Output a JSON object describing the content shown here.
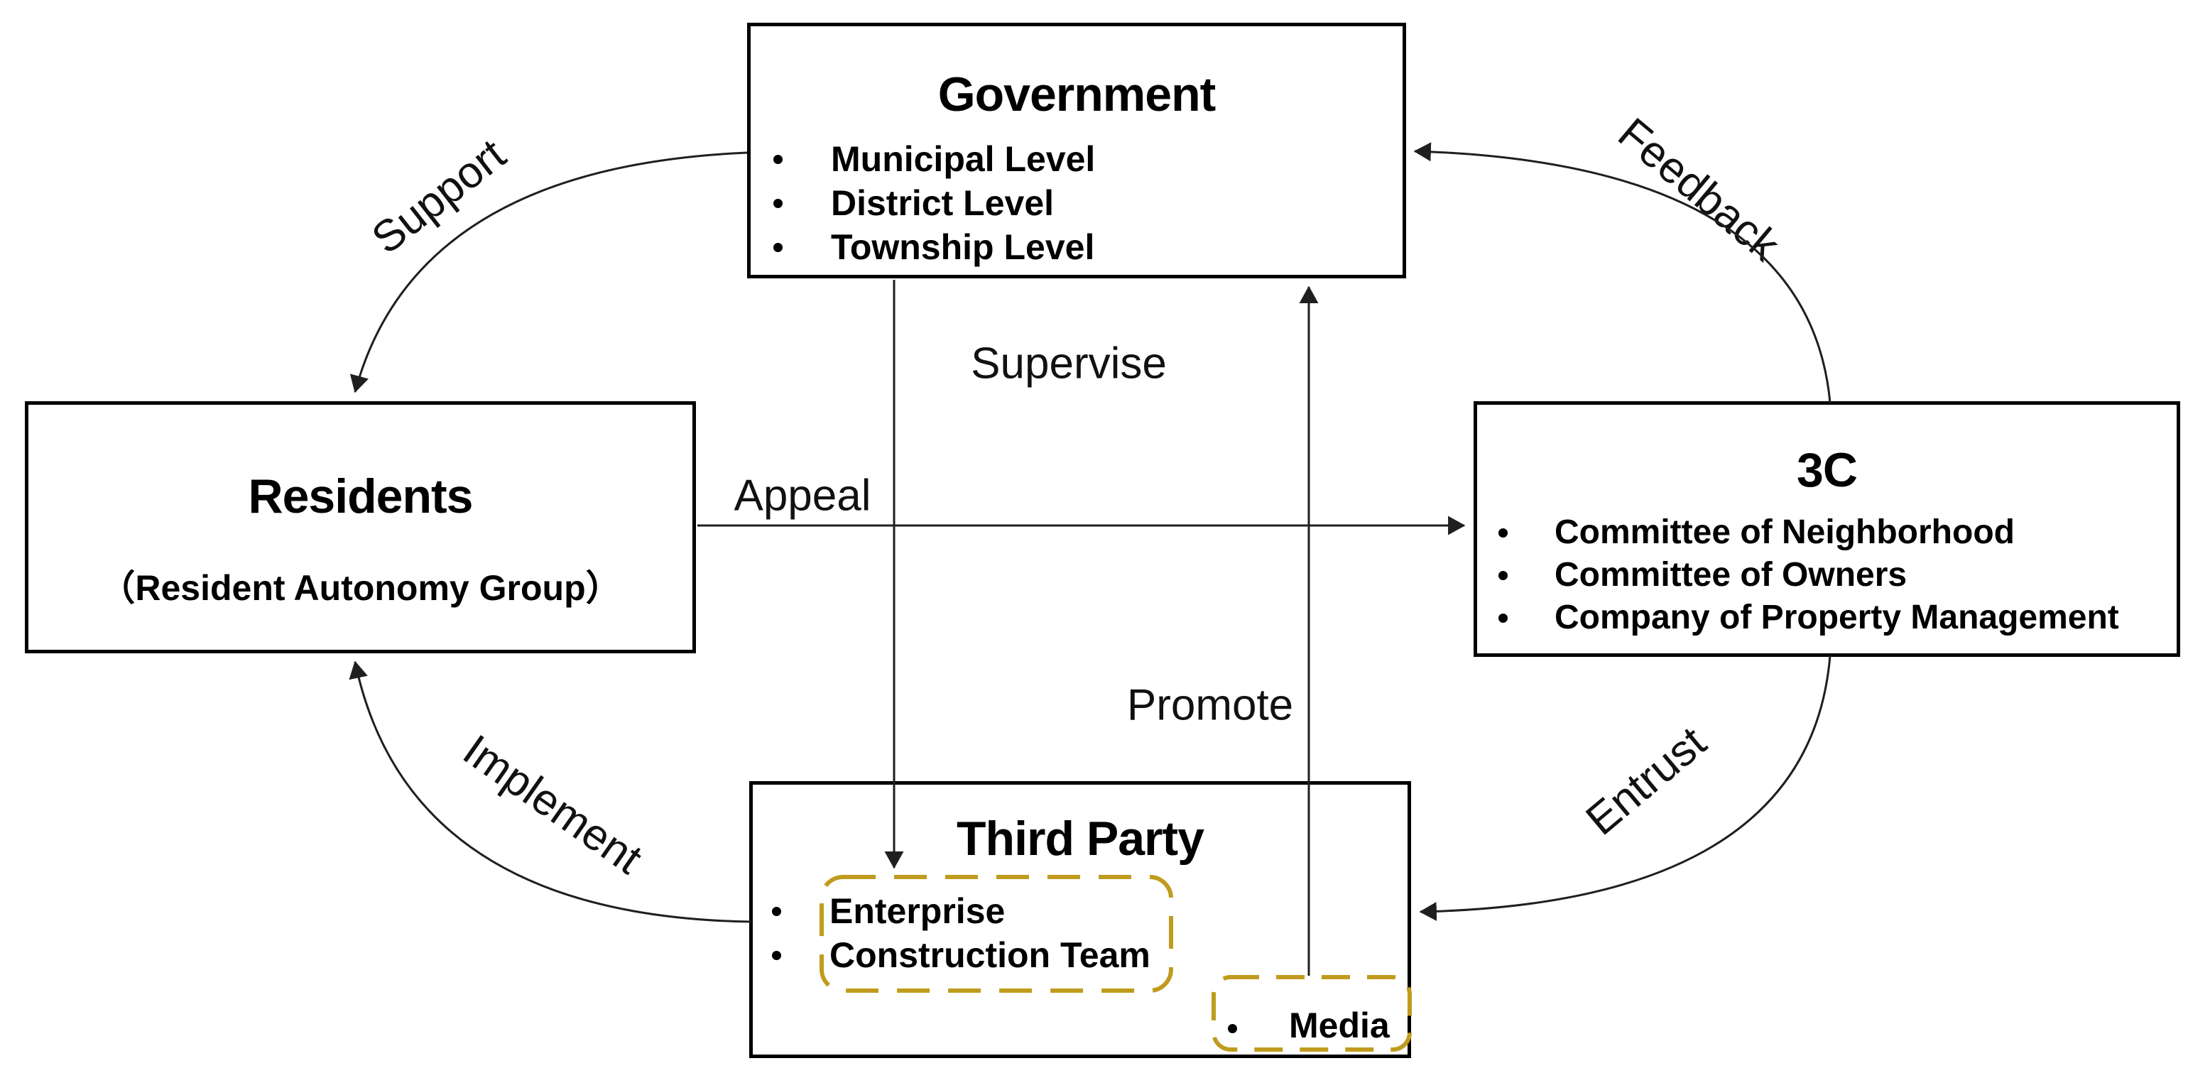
{
  "diagram": {
    "government": {
      "title": "Government",
      "items": [
        "Municipal Level",
        "District Level",
        "Township Level"
      ]
    },
    "residents": {
      "title": "Residents",
      "subtitle": "（Resident Autonomy Group）"
    },
    "three_c": {
      "title": "3C",
      "items": [
        "Committee of Neighborhood",
        "Committee of Owners",
        "Company of Property Management"
      ]
    },
    "third_party": {
      "title": "Third Party",
      "partner_items": [
        "Enterprise",
        "Construction Team"
      ],
      "media_item": "Media"
    },
    "edge_labels": {
      "support": "Support",
      "feedback": "Feedback",
      "appeal": "Appeal",
      "supervise": "Supervise",
      "promote": "Promote",
      "implement": "Implement",
      "entrust": "Entrust"
    },
    "colors": {
      "dashed_highlight": "#C09C1E",
      "line": "#1F1F1F",
      "box_border": "#000000"
    }
  }
}
